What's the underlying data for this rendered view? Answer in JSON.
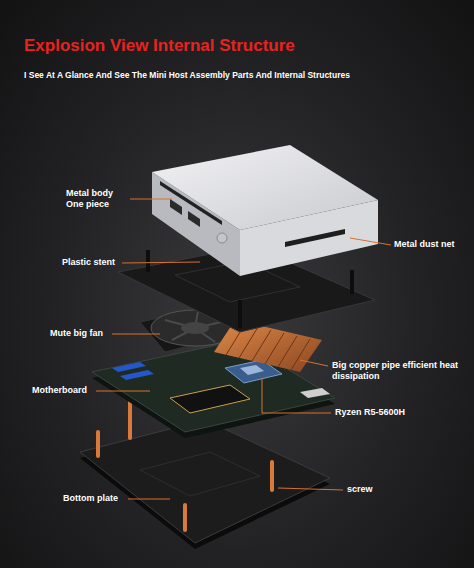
{
  "diagram": {
    "title": "Explosion View Internal Structure",
    "labels": [
      "I See At A Glance And See The Mini Host Assembly Parts And Internal Structures",
      "Metal body One piece",
      "Metal dust net",
      "Plastic stent",
      "Mute big fan",
      "Big copper pipe efficient heat dissipation",
      "Motherboard",
      "Ryzen R5-5600H",
      "Bottom plate",
      "screw"
    ]
  }
}
